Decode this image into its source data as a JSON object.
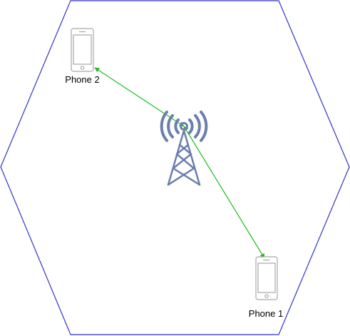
{
  "devices": [
    {
      "id": "phone-2",
      "label": "Phone 2",
      "icon": "smartphone-icon"
    },
    {
      "id": "phone-1",
      "label": "Phone 1",
      "icon": "smartphone-icon"
    }
  ],
  "tower": {
    "icon": "cell-tower-icon"
  },
  "colors": {
    "cell_boundary": "#3333cc",
    "link": "#22bb22",
    "tower": "#6b7fad",
    "phone_outline": "#a6a6a6"
  }
}
